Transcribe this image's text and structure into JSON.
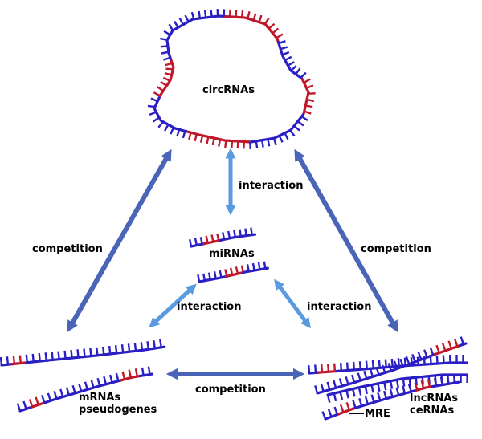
{
  "labels": {
    "circ": "circRNAs",
    "mirna": "miRNAs",
    "mrna": "mRNAs\npseudogenes",
    "lnc": "lncRNAs\nceRNAs",
    "mre": "MRE",
    "interaction_top": "interaction",
    "interaction_left": "interaction",
    "interaction_right": "interaction",
    "competition_left": "competition",
    "competition_right": "competition",
    "competition_bottom": "competition"
  },
  "colors": {
    "strand_blue": "#2a1fc4",
    "strand_red": "#c0182a",
    "arrow_light": "#5a9ae0",
    "arrow_dark": "#4a64b8"
  }
}
